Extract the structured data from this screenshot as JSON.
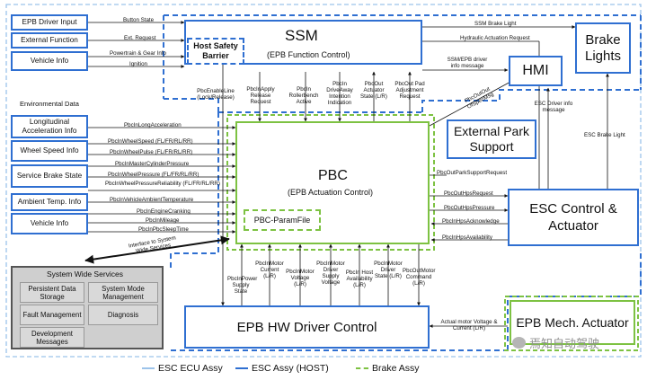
{
  "blocks": {
    "epb_driver_input": "EPB Driver Input",
    "external_function": "External Function",
    "vehicle_info_top": "Vehicle Info",
    "ssm_title": "SSM",
    "ssm_subtitle": "(EPB Function Control)",
    "host_safety_barrier": "Host Safety Barrier",
    "brake_lights": "Brake Lights",
    "hmi": "HMI",
    "environmental_data": "Environmental Data",
    "longitudinal_acc": "Longitudinal Acceleration Info",
    "wheel_speed": "Wheel Speed Info",
    "service_brake": "Service Brake State",
    "ambient_temp": "Ambient Temp. Info",
    "vehicle_info_bottom": "Vehicle Info",
    "pbc_title": "PBC",
    "pbc_subtitle": "(EPB Actuation Control)",
    "pbc_paramfile": "PBC-ParamFile",
    "external_park_support": "External Park Support",
    "esc_control": "ESC Control & Actuator",
    "epb_hw_driver": "EPB HW Driver Control",
    "epb_mech_actuator": "EPB Mech. Actuator"
  },
  "system_wide": {
    "title": "System Wide Services",
    "items": [
      "Persistent Data Storage",
      "System Mode Management",
      "Fault Management",
      "Diagnosis",
      "Development Messages"
    ]
  },
  "signals": {
    "button_state": "Button State",
    "ext_request": "Ext. Request",
    "powertrain_gear": "Powertrain & Gear Info",
    "ignition": "Ignition",
    "ssm_brake_light": "SSM Brake Light",
    "hydraulic_request": "Hydraulic Actuation Request",
    "ssm_epb_driver_info": "SSM/EPB driver info message",
    "pbc_out_specmsg": "PbcOutOut OfSpecMsg",
    "esc_driver_info": "ESC Driver info message",
    "esc_brake_light": "ESC Brake Light",
    "pbc_enable_line": "PbcEnableLine (Lock/Release)",
    "pbc_in_apply": "PbcInApply Release Request",
    "pbc_in_roller": "PbcIn Rollerbench Active",
    "pbc_in_driveaway": "PbcIn DriveAway Intention Indication",
    "pbc_out_actuator_state": "PbcOut Actuator State (L/R)",
    "pbc_out_pad": "PbcOut Pad Adjustment Request",
    "long_acc": "PbcInLongAcceleration",
    "wheel_speed_sig": "PbcInWheelSpeed (FL/FR/RL/RR)",
    "wheel_pulse": "PbcInWheelPulse (FL/FR/RL/RR)",
    "master_cyl": "PbcInMasterCylinderPressure",
    "wheel_pressure": "PbcInWheelPressure (FL/FR/RL/RR)",
    "wheel_pressure_rel": "PbcInWheelPressureReliability (FL/FR/RL/RR)",
    "ambient_temp_sig": "PbcInVehicleAmbientTemperature",
    "engine_cranking": "PbcInEngineCranking",
    "mileage": "PbcInMileage",
    "sleep_time": "PbcInPbcSleepTime",
    "interface_sws": "Interface to System Wide Services",
    "park_support_req": "PbcOutParkSupportRequest",
    "hps_request": "PbcOutHpsRequest",
    "hps_pressure": "PbcOutHpsPressure",
    "hps_ack": "PbcInHpsAcknowledge",
    "hps_avail": "PbcInHpsAvailability",
    "power_supply": "PbcInPower Supply State",
    "motor_current": "PbcInMotor Current (L/R)",
    "motor_voltage": "PbcInMotor Voltage (L/R)",
    "motor_driver_supply": "PbcInMotor Driver Supply Voltage",
    "host_avail": "PbcIn Host Availability (L/R)",
    "motor_driver_state": "PbcInMotor Driver State (L/R)",
    "motor_command": "PbcOutMotor Command (L/R)",
    "actual_motor": "Actual motor Voltage & Current (L/R)"
  },
  "legend": {
    "ecu": "ESC ECU Assy",
    "host": "ESC Assy  (HOST)",
    "brake": "Brake Assy"
  },
  "watermark": "焉知自动驾驶",
  "colors": {
    "blue": "#2f6fd1",
    "lightblue": "#9cc3ea",
    "green": "#7dc242",
    "grey": "#d9d9d9"
  }
}
